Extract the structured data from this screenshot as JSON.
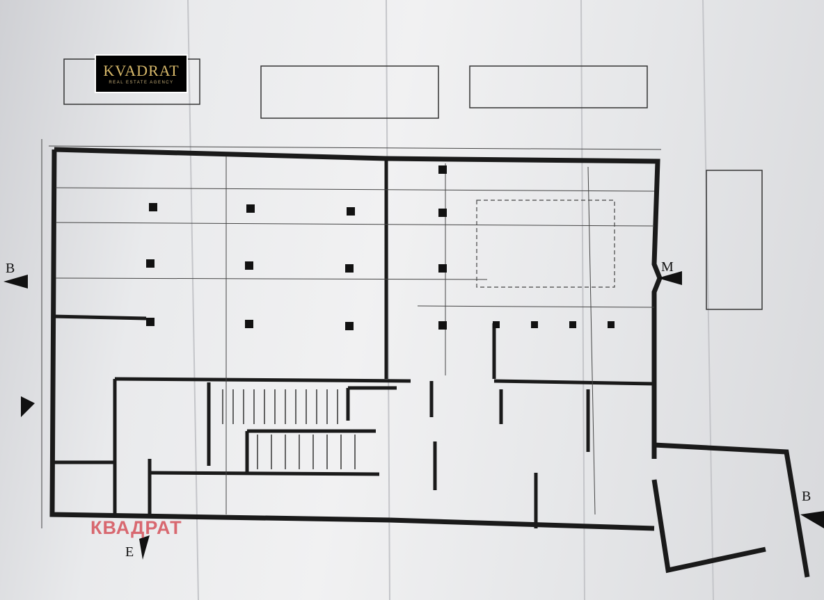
{
  "logo": {
    "name": "KVADRAT",
    "tagline": "REAL ESTATE AGENCY"
  },
  "watermark": "КВАДРАТ",
  "section_markers": [
    "B",
    "B",
    "M",
    "E"
  ],
  "colors": {
    "paper": "#ececee",
    "ink": "#1a1a1a",
    "logo_bg": "#000000",
    "logo_gold": "#d8b96a",
    "watermark": "#d23c46"
  }
}
